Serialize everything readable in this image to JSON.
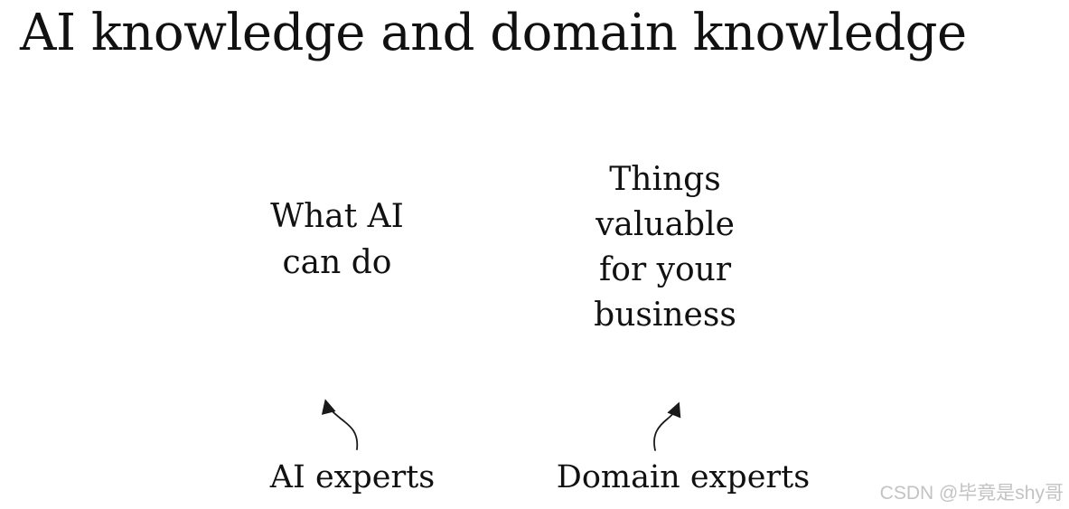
{
  "title": "AI knowledge and domain knowledge",
  "left_column": {
    "heading_lines": [
      "What AI",
      "can do"
    ],
    "expert_label": "AI experts"
  },
  "right_column": {
    "heading_lines": [
      "Things",
      "valuable",
      "for your",
      "business"
    ],
    "expert_label": "Domain experts"
  },
  "watermark": {
    "text": "CSDN @毕竟是shy哥"
  },
  "colors": {
    "background": "#ffffff",
    "text": "#111111",
    "arrow": "#1a1a1a",
    "watermark": "#c3c3c3"
  }
}
